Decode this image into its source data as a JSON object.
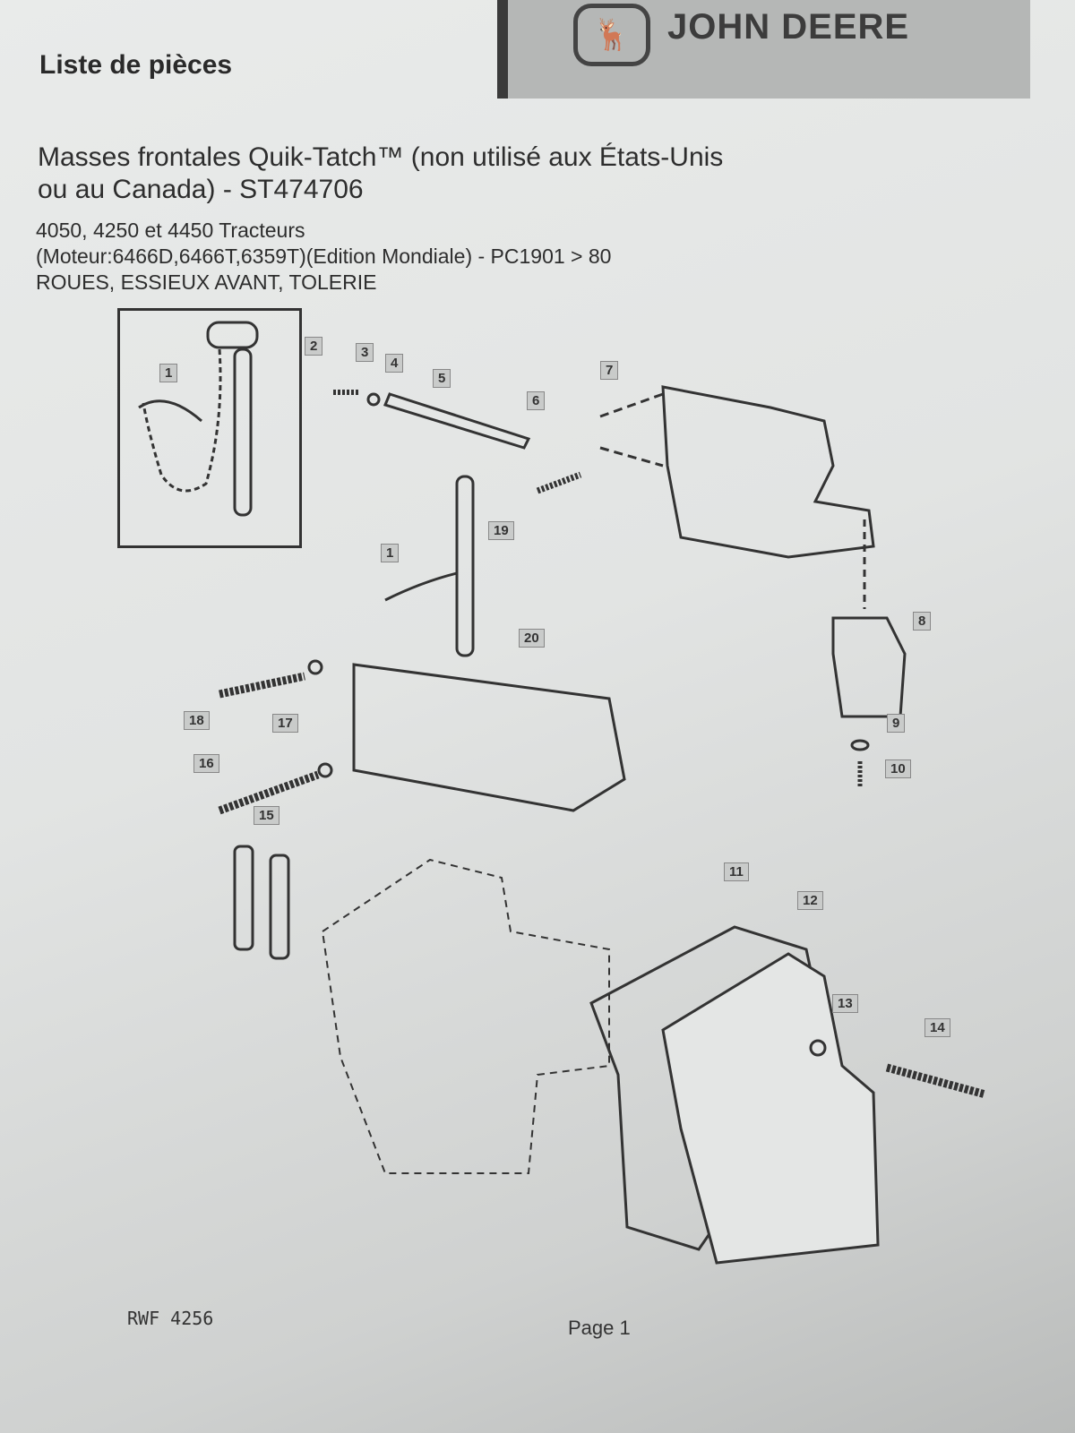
{
  "header": {
    "brand": "JOHN DEERE",
    "logo_icon": "leaping-deer-icon",
    "list_title": "Liste de pièces"
  },
  "document": {
    "title": "Masses frontales Quik-Tatch™ (non utilisé aux États-Unis ou au Canada) - ST474706",
    "models": "4050, 4250 et 4450 Tracteurs",
    "engine": "(Moteur:6466D,6466T,6359T)(Edition Mondiale) - PC1901 > 80",
    "section": "ROUES, ESSIEUX AVANT, TOLERIE"
  },
  "diagram": {
    "callouts": [
      "1",
      "2",
      "3",
      "4",
      "5",
      "6",
      "7",
      "1",
      "19",
      "20",
      "8",
      "9",
      "10",
      "18",
      "17",
      "16",
      "15",
      "11",
      "12",
      "13",
      "14"
    ]
  },
  "footer": {
    "code": "RWF 4256",
    "page": "Page 1"
  }
}
